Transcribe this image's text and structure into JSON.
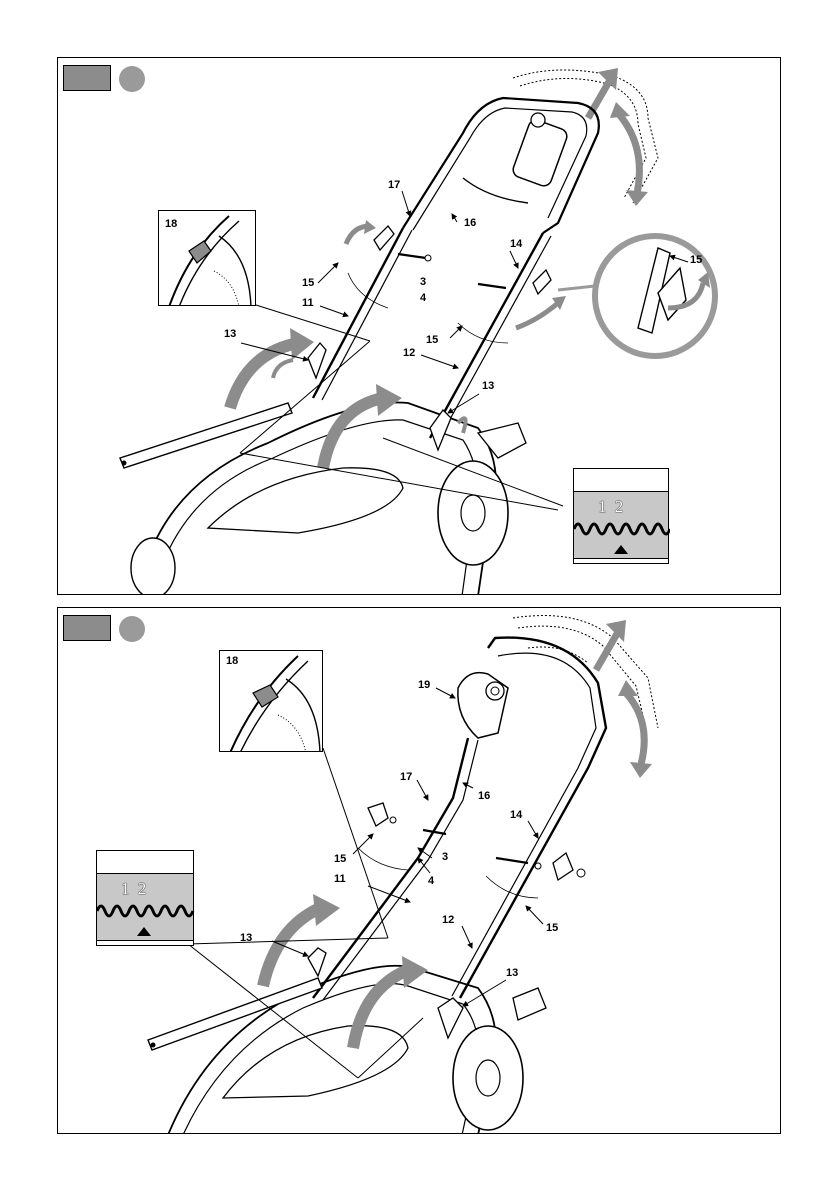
{
  "panel_a": {
    "callouts": {
      "c18": "18",
      "c17": "17",
      "c16": "16",
      "c14": "14",
      "c15_zoom": "15",
      "c15_left": "15",
      "c3": "3",
      "c11": "11",
      "c4": "4",
      "c13_left": "13",
      "c15_mid": "15",
      "c12": "12",
      "c13_right": "13"
    },
    "gauge": {
      "numbers": "1 2"
    }
  },
  "panel_b": {
    "callouts": {
      "c18": "18",
      "c19": "19",
      "c17": "17",
      "c16": "16",
      "c14": "14",
      "c15_left": "15",
      "c3": "3",
      "c11": "11",
      "c4": "4",
      "c12": "12",
      "c15_right": "15",
      "c13_left": "13",
      "c13_right": "13"
    },
    "gauge": {
      "numbers": "1 2"
    }
  },
  "colors": {
    "arrow_gray": "#8c8c8c",
    "tab_gray": "#8c8c8c",
    "band_gray": "#c8c8c8"
  }
}
